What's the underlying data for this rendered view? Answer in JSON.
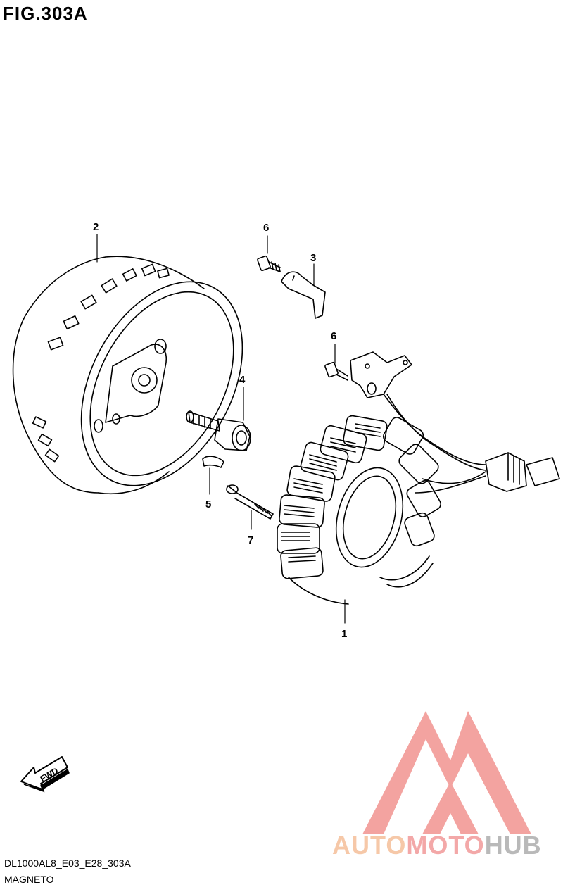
{
  "figure": {
    "title": "FIG.303A",
    "model_code": "DL1000AL8_E03_E28_303A",
    "caption": "MAGNETO"
  },
  "callouts": [
    {
      "label": "1"
    },
    {
      "label": "2"
    },
    {
      "label": "3"
    },
    {
      "label": "4"
    },
    {
      "label": "5"
    },
    {
      "label": "6"
    },
    {
      "label": "6"
    },
    {
      "label": "7"
    }
  ],
  "direction_arrow": {
    "label": "FWD"
  },
  "watermark": {
    "part_a": "AUTO",
    "part_b": "MOTO",
    "part_c": "HUB",
    "colors": {
      "a": "#f6c8a8",
      "b": "#f3a8a8",
      "c": "#b9b9b9",
      "logo": "#f29a96"
    }
  }
}
